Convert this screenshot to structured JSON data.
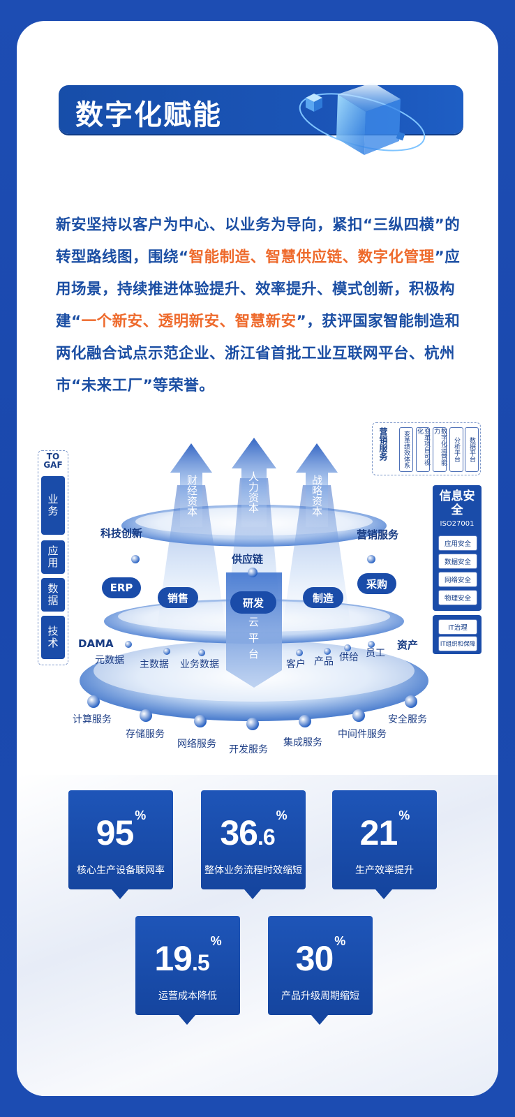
{
  "header": {
    "title": "数字化赋能"
  },
  "intro": {
    "p1": "新安坚持以客户为中心、以业务为导向，紧扣“三纵四横”的转型路线图，围绕“",
    "h1": "智能制造、智慧供应链、数字化管理",
    "p2": "”应用场景，持续推进体验提升、效率提升、模式创新，积极构建“",
    "h2": "一个新安、透明新安、智慧新安",
    "p3": "”，获评国家智能制造和两化融合试点示范企业、浙江省首批工业互联网平台、杭州市“未来工厂”等荣誉。"
  },
  "diagram": {
    "togaf": {
      "heading": "TO\nGAF",
      "items": [
        "业务",
        "应用",
        "数据",
        "技术"
      ]
    },
    "arrows": [
      "财经资本",
      "人力资本",
      "战略资本"
    ],
    "top_ring": {
      "left": "科技创新",
      "right": "营销服务",
      "center": "供应链"
    },
    "mid_pills": [
      "ERP",
      "销售",
      "研发",
      "制造",
      "采购"
    ],
    "cloud": "云平台",
    "mid_ring_left": [
      "DAMA",
      "元数据",
      "主数据",
      "业务数据"
    ],
    "mid_ring_right": [
      "客户",
      "产品",
      "供给",
      "员工",
      "资产"
    ],
    "bottom_ring": [
      "计算服务",
      "存储服务",
      "网络服务",
      "开发服务",
      "集成服务",
      "中间件服务",
      "安全服务"
    ],
    "marketing": {
      "heading": "营销服务",
      "items": [
        "变革绩效体系",
        "变革项目可视化",
        "数字化运营能力",
        "分析平台",
        "数据平台"
      ]
    },
    "security": {
      "heading": "信息安全",
      "std": "ISO27001",
      "items": [
        "应用安全",
        "数据安全",
        "网络安全",
        "物理安全"
      ],
      "gov": [
        "IT治理",
        "IT组织和保障"
      ]
    }
  },
  "stats": [
    {
      "int": "95",
      "dec": "",
      "pct": "%",
      "caption": "核心生产设备联网率"
    },
    {
      "int": "36",
      "dec": ".6",
      "pct": "%",
      "caption": "整体业务流程时效缩短"
    },
    {
      "int": "21",
      "dec": "",
      "pct": "%",
      "caption": "生产效率提升"
    },
    {
      "int": "19",
      "dec": ".5",
      "pct": "%",
      "caption": "运营成本降低"
    },
    {
      "int": "30",
      "dec": "",
      "pct": "%",
      "caption": "产品升级周期缩短"
    }
  ]
}
